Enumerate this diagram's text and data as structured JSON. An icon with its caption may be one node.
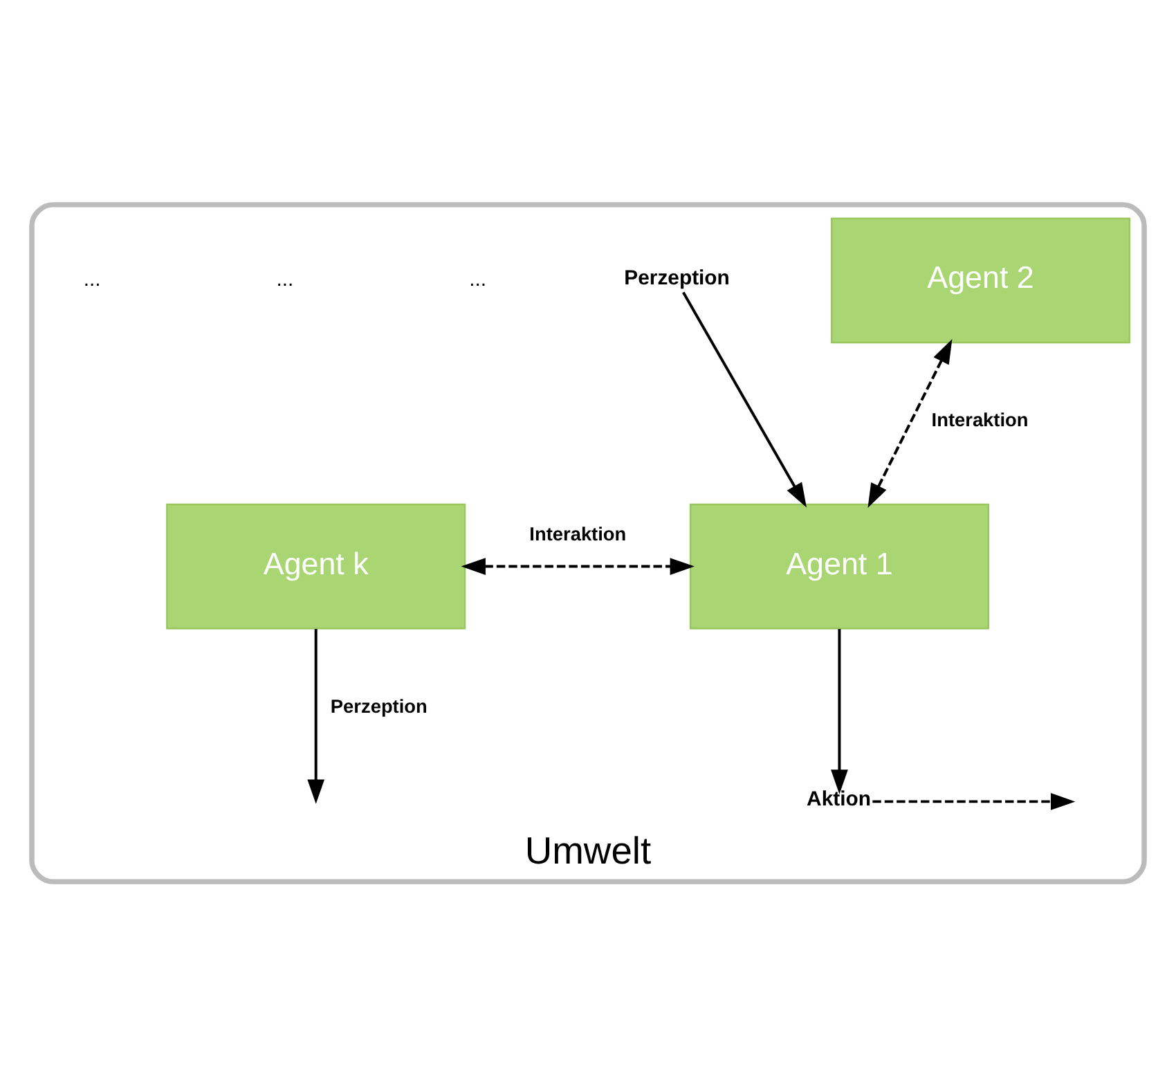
{
  "diagram": {
    "nodes": [
      {
        "text": [
          "Umwelt"
        ]
      },
      {
        "text": [
          "Agent 2"
        ],
        "in": 0
      },
      {
        "text": [
          "Agent k"
        ],
        "in": 0
      },
      {
        "text": [
          "Agent 1"
        ],
        "in": 0
      },
      {
        "text": [
          "Aktion"
        ],
        "in": 0
      },
      {
        "text": [
          "Perzeption"
        ],
        "in": 0
      }
    ],
    "edges": [
      {
        "from": 1,
        "to": 3,
        "arrow": "both",
        "label": "Interaktion",
        "style": "dashed"
      },
      {
        "from": 2,
        "to": 3,
        "arrow": "both",
        "label": "Interaktion",
        "style": "dashed"
      },
      {
        "from": 2,
        "to": null,
        "arrow": "to",
        "label": "Perzeption"
      },
      {
        "from": 3,
        "to": 4,
        "arrow": "to"
      },
      {
        "from": 4,
        "to": null,
        "arrow": "to",
        "style": "dashed"
      },
      {
        "from": 5,
        "to": 3,
        "arrow": "to"
      }
    ],
    "labels": [
      "...",
      "...",
      "..."
    ]
  }
}
